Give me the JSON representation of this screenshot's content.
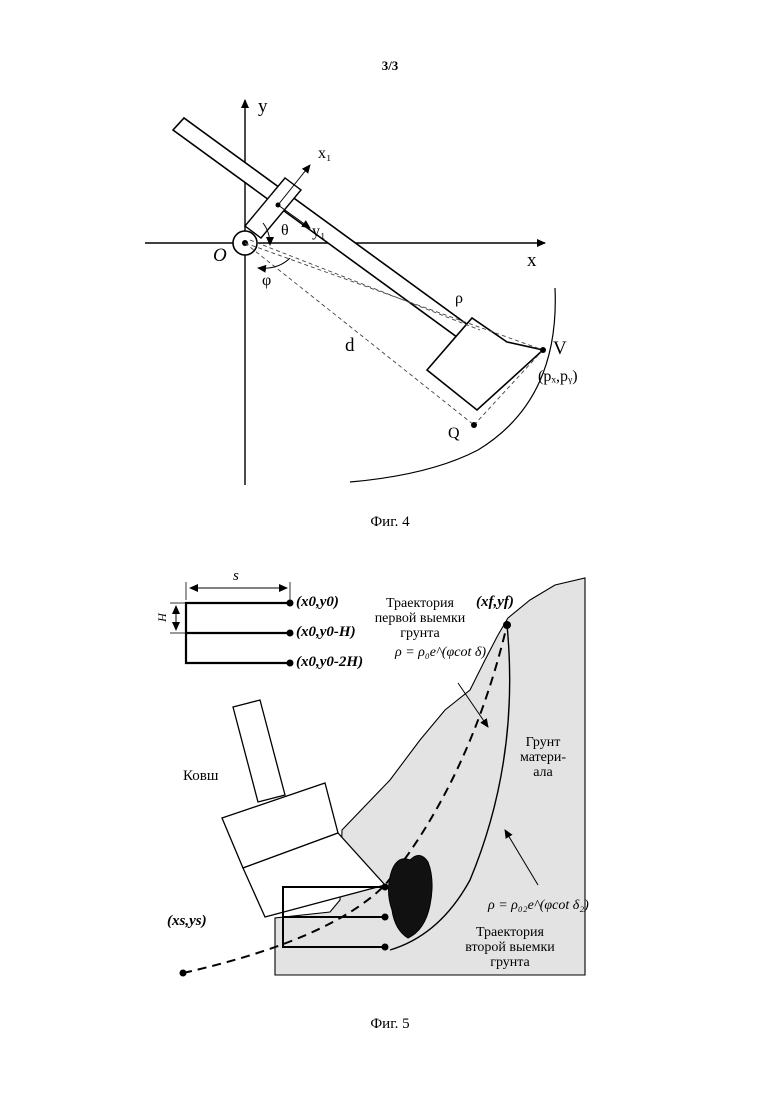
{
  "page_number": "3/3",
  "fig4": {
    "caption": "Фиг. 4",
    "label_y": "y",
    "label_x": "x",
    "label_x1": "x₁",
    "label_y1": "y₁",
    "label_o": "O",
    "label_theta": "θ",
    "label_phi": "φ",
    "label_rho": "ρ",
    "label_d": "d",
    "label_v": "V",
    "label_q": "Q",
    "label_pxpy": "(pₓ,pᵧ)"
  },
  "fig5": {
    "caption": "Фиг. 5",
    "label_s": "s",
    "label_h": "H",
    "point_1": "(x0,y0)",
    "point_2": "(x0,y0-H)",
    "point_3": "(x0,y0-2H)",
    "point_f": "(xf,yf)",
    "point_s": "(xs,ys)",
    "bucket": "Ковш",
    "soil": "Грунт матери­ала",
    "traj1": "Траектория первой выемки грунта",
    "traj2": "Траектория второй выемки грунта",
    "formula1": "ρ = ρ₀e^(φcot δ)",
    "formula2": "ρ = ρ₀₂e^(φcot δ₂)"
  }
}
